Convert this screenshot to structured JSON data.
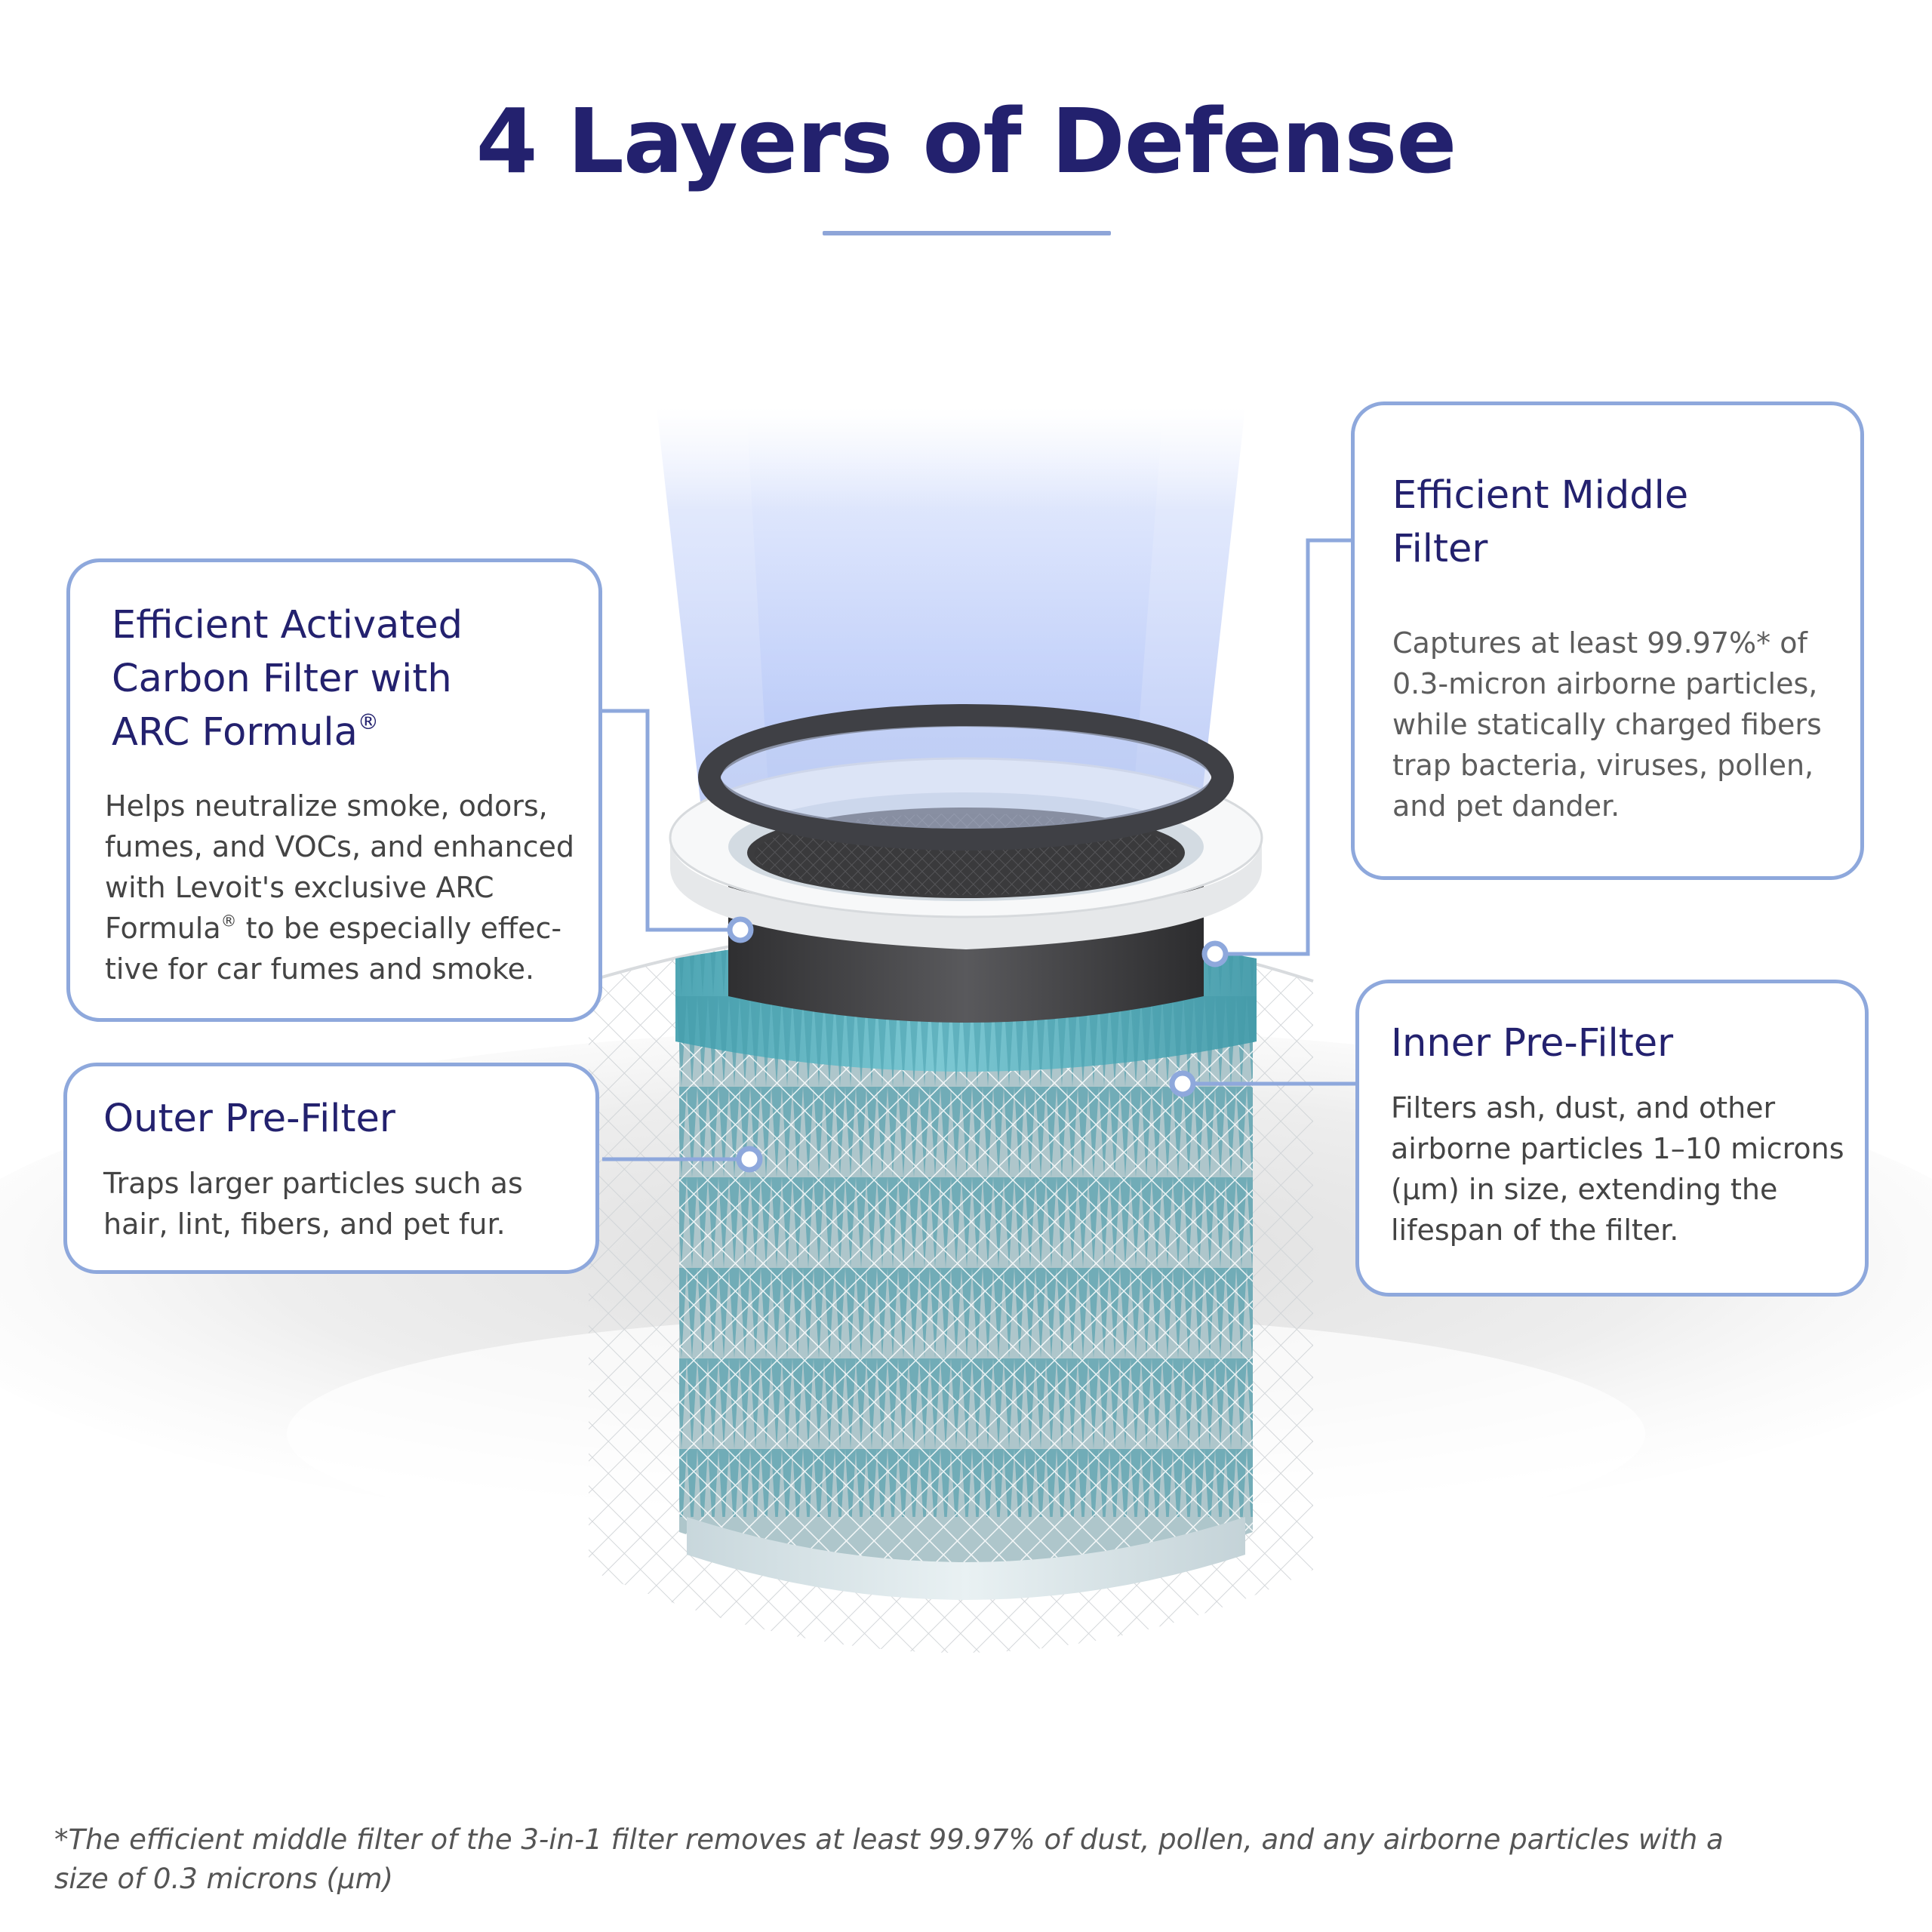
{
  "title": "4 Layers of Defense",
  "colors": {
    "title": "#23216e",
    "accent_line": "#8ea5d8",
    "card_border": "#8ea8dc",
    "filter_teal": "#62b8c6",
    "carbon_dark": "#3e3e40"
  },
  "callouts": {
    "carbon": {
      "heading_lines": [
        "Efficient Activated",
        "Carbon Filter with",
        "ARC Formula"
      ],
      "heading_mark": "®",
      "body_lines": [
        "Helps neutralize smoke, odors,",
        "fumes, and VOCs, and enhanced",
        "with Levoit's exclusive ARC"
      ],
      "body_line4_start": "Formula",
      "body_line4_mark": "®",
      "body_line4_end": " to be especially effec-",
      "body_line5": "tive for car fumes and smoke."
    },
    "outer": {
      "heading": "Outer Pre-Filter",
      "body_lines": [
        "Traps larger particles such as",
        "hair, lint, fibers, and pet fur."
      ]
    },
    "middle": {
      "heading_lines": [
        "Efficient Middle",
        "Filter"
      ],
      "body_lines": [
        "Captures at least 99.97%* of",
        "0.3-micron airborne particles,",
        "while statically charged fibers",
        "trap bacteria, viruses, pollen,",
        "and pet dander."
      ]
    },
    "inner": {
      "heading": "Inner Pre-Filter",
      "body_lines": [
        "Filters ash, dust, and other",
        "airborne particles 1–10 microns",
        "(μm) in size, extending the",
        "lifespan of the filter."
      ]
    }
  },
  "footnote_lines": [
    "*The efficient middle filter of the 3-in-1 filter removes at least 99.97% of dust, pollen,  and any airborne particles with a",
    "size of 0.3 microns (μm)"
  ]
}
